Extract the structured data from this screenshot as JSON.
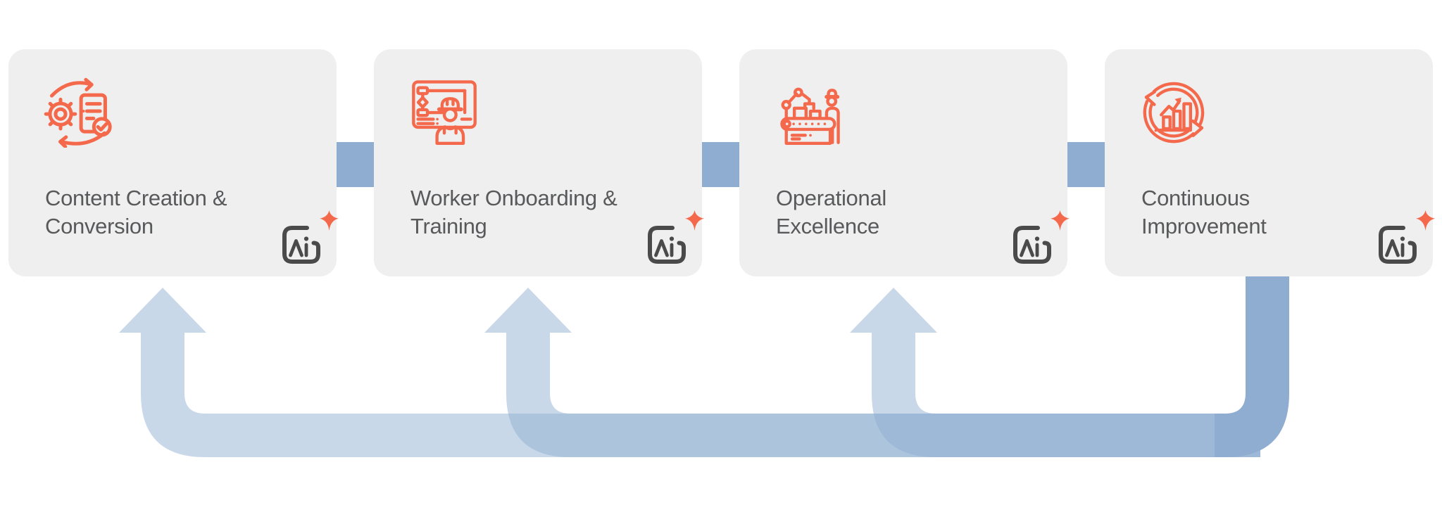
{
  "diagram": {
    "cards": [
      {
        "id": "content-creation",
        "title_lines": [
          "Content Creation &",
          "Conversion"
        ],
        "icon": "gear-document-sync-icon",
        "badge_label": "Ai"
      },
      {
        "id": "worker-onboarding",
        "title_lines": [
          "Worker Onboarding &",
          "Training"
        ],
        "icon": "worker-training-board-icon",
        "badge_label": "Ai"
      },
      {
        "id": "operational-excellence",
        "title_lines": [
          "Operational",
          "Excellence"
        ],
        "icon": "robotic-arm-conveyor-icon",
        "badge_label": "Ai"
      },
      {
        "id": "continuous-improvement",
        "title_lines": [
          "Continuous",
          "Improvement"
        ],
        "icon": "chart-growth-cycle-icon",
        "badge_label": "Ai"
      }
    ],
    "flow": {
      "forward_connector_count": 3,
      "feedback": {
        "from": "Continuous Improvement",
        "to": [
          "Content Creation & Conversion",
          "Worker Onboarding & Training",
          "Operational Excellence"
        ]
      }
    },
    "colors": {
      "background": "#ffffff",
      "card_bg": "#efefef",
      "title_text": "#58595b",
      "icon_orange": "#f4694c",
      "logo_gray": "#4a4a4b",
      "flow_blue": "#8fadd0",
      "arrow_layer_opacity": "0.48"
    }
  }
}
